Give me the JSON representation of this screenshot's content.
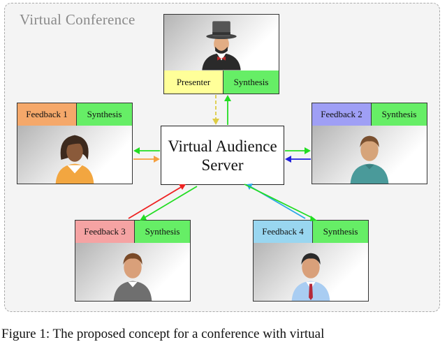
{
  "frame": {
    "title": "Virtual Conference"
  },
  "server": {
    "line1": "Virtual Audience",
    "line2": "Server"
  },
  "presenter": {
    "role": "Presenter",
    "synth": "Synthesis",
    "role_color": "#ffff99",
    "synth_color": "#66ee66"
  },
  "participants": [
    {
      "role": "Feedback 1",
      "synth": "Synthesis",
      "role_color": "#f5a86a",
      "arrow_color": "#f5a040"
    },
    {
      "role": "Feedback 2",
      "synth": "Synthesis",
      "role_color": "#9f9ff5",
      "arrow_color": "#2020dd"
    },
    {
      "role": "Feedback 3",
      "synth": "Synthesis",
      "role_color": "#f5a3a3",
      "arrow_color": "#ee2222"
    },
    {
      "role": "Feedback 4",
      "synth": "Synthesis",
      "role_color": "#99d6f0",
      "arrow_color": "#2aa7e8"
    }
  ],
  "synthesis_color": "#66ee66",
  "synthesis_arrow_color": "#22dd22",
  "presenter_arrow_color": "#ddcc44",
  "icons": [
    "top-hat-man-icon",
    "woman-avatar-icon",
    "man-avatar-icon",
    "man-avatar-icon",
    "businessman-avatar-icon"
  ],
  "caption": "Figure 1: The proposed concept for a conference with virtual"
}
